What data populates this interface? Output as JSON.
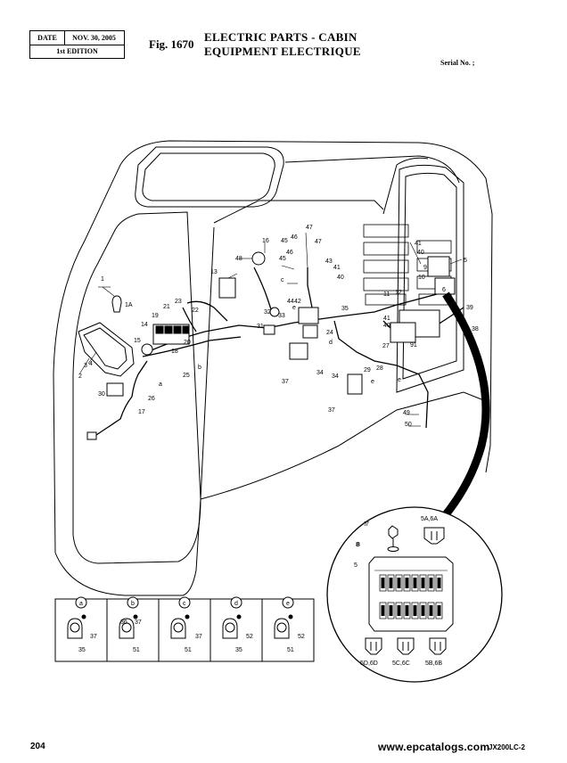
{
  "header": {
    "date_label": "DATE",
    "date_value": "NOV. 30, 2005",
    "edition": "1st EDITION",
    "fig_number": "Fig. 1670",
    "title_en": "ELECTRIC PARTS - CABIN",
    "title_fr": "EQUIPMENT ELECTRIQUE",
    "serial": "Serial No. ;"
  },
  "callouts": [
    {
      "id": "1",
      "label": "1"
    },
    {
      "id": "1A",
      "label": "1A"
    },
    {
      "id": "2",
      "label": "2"
    },
    {
      "id": "3",
      "label": "3"
    },
    {
      "id": "4",
      "label": "4"
    },
    {
      "id": "5",
      "label": "5"
    },
    {
      "id": "6",
      "label": "6"
    },
    {
      "id": "7",
      "label": "7"
    },
    {
      "id": "8",
      "label": "8"
    },
    {
      "id": "9",
      "label": "9"
    },
    {
      "id": "10",
      "label": "10"
    },
    {
      "id": "11",
      "label": "11"
    },
    {
      "id": "12",
      "label": "12"
    },
    {
      "id": "13",
      "label": "13"
    },
    {
      "id": "14",
      "label": "14"
    },
    {
      "id": "15",
      "label": "15"
    },
    {
      "id": "16",
      "label": "16"
    },
    {
      "id": "17",
      "label": "17"
    },
    {
      "id": "18",
      "label": "18"
    },
    {
      "id": "19",
      "label": "19"
    },
    {
      "id": "20",
      "label": "20"
    },
    {
      "id": "21",
      "label": "21"
    },
    {
      "id": "22",
      "label": "22"
    },
    {
      "id": "23",
      "label": "23"
    },
    {
      "id": "24",
      "label": "24"
    },
    {
      "id": "25",
      "label": "25"
    },
    {
      "id": "26",
      "label": "26"
    },
    {
      "id": "27",
      "label": "27"
    },
    {
      "id": "28",
      "label": "28"
    },
    {
      "id": "29",
      "label": "29"
    },
    {
      "id": "30",
      "label": "30"
    },
    {
      "id": "31",
      "label": "31"
    },
    {
      "id": "32",
      "label": "32"
    },
    {
      "id": "33",
      "label": "33"
    },
    {
      "id": "34a",
      "label": "34"
    },
    {
      "id": "34b",
      "label": "34"
    },
    {
      "id": "35a",
      "label": "35"
    },
    {
      "id": "35b",
      "label": "35"
    },
    {
      "id": "37a",
      "label": "37"
    },
    {
      "id": "37b",
      "label": "37"
    },
    {
      "id": "38",
      "label": "38"
    },
    {
      "id": "39",
      "label": "39"
    },
    {
      "id": "40a",
      "label": "40"
    },
    {
      "id": "40b",
      "label": "40"
    },
    {
      "id": "40c",
      "label": "40"
    },
    {
      "id": "41a",
      "label": "41"
    },
    {
      "id": "41b",
      "label": "41"
    },
    {
      "id": "41c",
      "label": "41"
    },
    {
      "id": "42",
      "label": "42"
    },
    {
      "id": "43",
      "label": "43"
    },
    {
      "id": "44",
      "label": "44"
    },
    {
      "id": "45a",
      "label": "45"
    },
    {
      "id": "45b",
      "label": "45"
    },
    {
      "id": "46a",
      "label": "46"
    },
    {
      "id": "46b",
      "label": "46"
    },
    {
      "id": "47a",
      "label": "47"
    },
    {
      "id": "47b",
      "label": "47"
    },
    {
      "id": "48",
      "label": "48"
    },
    {
      "id": "49",
      "label": "49"
    },
    {
      "id": "50",
      "label": "50"
    },
    {
      "id": "91",
      "label": "91"
    },
    {
      "id": "ra",
      "label": "a"
    },
    {
      "id": "rb",
      "label": "b"
    },
    {
      "id": "rc",
      "label": "c"
    },
    {
      "id": "rd",
      "label": "d"
    },
    {
      "id": "re1",
      "label": "e"
    },
    {
      "id": "re2",
      "label": "e"
    },
    {
      "id": "re3",
      "label": "e"
    }
  ],
  "detail": {
    "labels": [
      {
        "id": "d7",
        "label": "7"
      },
      {
        "id": "d8",
        "label": "8"
      },
      {
        "id": "d5",
        "label": "5"
      },
      {
        "id": "d5a6a",
        "label": "5A,6A"
      },
      {
        "id": "d5d6d",
        "label": "5D,6D"
      },
      {
        "id": "d5c6c",
        "label": "5C,6C"
      },
      {
        "id": "d5b6b",
        "label": "5B,6B"
      }
    ]
  },
  "clamp_table": {
    "panels": [
      {
        "letter": "a",
        "parts": [
          "37",
          "35"
        ]
      },
      {
        "letter": "b",
        "parts": [
          "36",
          "37",
          "51"
        ]
      },
      {
        "letter": "c",
        "parts": [
          "37",
          "51"
        ]
      },
      {
        "letter": "d",
        "parts": [
          "52",
          "35"
        ]
      },
      {
        "letter": "e",
        "parts": [
          "52",
          "51"
        ]
      }
    ]
  },
  "footer": {
    "page_number": "204",
    "watermark": "www.epcatalogs.com",
    "model": "JX200LC-2"
  }
}
